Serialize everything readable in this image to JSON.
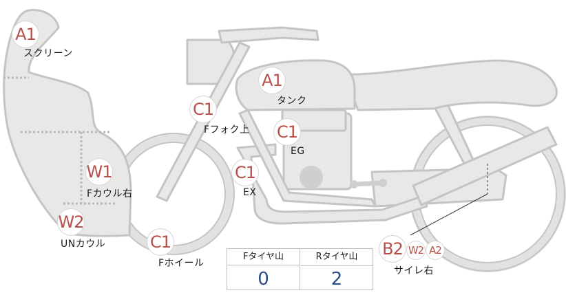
{
  "parts": {
    "screen": {
      "code": "A1",
      "label": "スクリーン"
    },
    "tank": {
      "code": "A1",
      "label": "タンク"
    },
    "front_fork": {
      "code": "C1",
      "label": "Fフォク上"
    },
    "engine": {
      "code": "C1",
      "label": "EG"
    },
    "exhaust": {
      "code": "C1",
      "label": "EX"
    },
    "front_cowl": {
      "code": "W1",
      "label": "Fカウル右"
    },
    "under_cowl": {
      "code": "W2",
      "label": "UNカウル"
    },
    "front_wheel": {
      "code": "C1",
      "label": "Fホイール"
    },
    "muffler": {
      "codes": [
        "B2",
        "W2",
        "A2"
      ],
      "label": "サイレ右"
    }
  },
  "tire_table": {
    "front_header": "Fタイヤ山",
    "rear_header": "Rタイヤ山",
    "front_value": "0",
    "rear_value": "2"
  },
  "colors": {
    "body_fill": "#e8e8e6",
    "body_stroke": "#c4c4c2",
    "badge_text": "#b8504a",
    "value_text": "#2d4e86"
  }
}
